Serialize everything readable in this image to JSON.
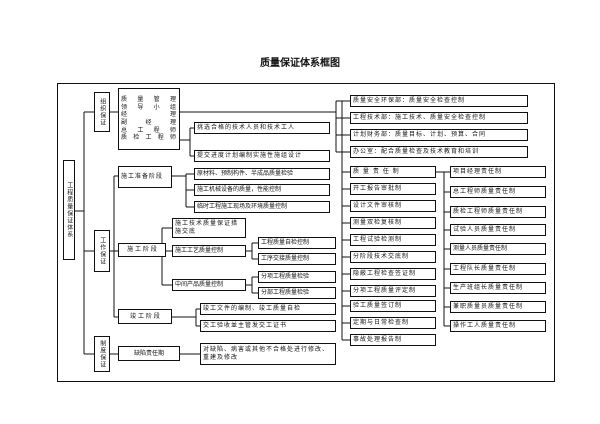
{
  "title": "质量保证体系框图",
  "root": "工程质量保证体系",
  "left": {
    "org": "组织保证",
    "work": "工作保证",
    "system": "制度保证"
  },
  "org_lines": [
    "质 量 管 理",
    "领 导 小 组",
    "经     理",
    "副 经 理",
    "总 工 程 师",
    "质检工程师"
  ],
  "stages": {
    "prep": "施工准备阶段",
    "construct": "施 工 阶 段",
    "complete": "竣 工 阶 段",
    "defect": "缺陷责任期"
  },
  "mid_top": [
    "挑选合格的技术人员和技术工人",
    "提交进度计划编制实施性施组设计"
  ],
  "prep_items": [
    "原材料、预制构件、半成品质量检验",
    "施工机械设备的质量，性能控制",
    "临时工程施工现场及环境质量控制"
  ],
  "construct_items": {
    "tech": "施工技术质量保证措施交底",
    "process": "施工工艺质量控制",
    "middle": "中间产品质量控制"
  },
  "process_items": [
    "工程质量自检控制",
    "工序交接质量控制"
  ],
  "middle_items": [
    "分项工程质量检验",
    "分部工程质量检验"
  ],
  "complete_items": [
    "竣工文件的编制、竣工质量自检",
    "交工验收並主管发交工证书"
  ],
  "defect_item": "对缺陷、病害或其他不合格处进行修改、重建及修改",
  "depts": [
    "质量安全环保部：质量安全检查控制",
    "工程技术部：施工技术、质量安全检查控制",
    "计划财务部：质量目标、计划、预算、合同",
    "办公室：配合质量检查及技术教育和培训"
  ],
  "col3": [
    "质 量 责 任 制",
    "开工报告审批制",
    "设计文件审核制",
    "测量双检复核制",
    "工程试验检测制",
    "分阶段技术交底制",
    "隐蔽工程检查签证制",
    "分项工程质量评定制",
    "验工质量签订制",
    "定期与日常检查制",
    "事故处理报告制"
  ],
  "col4": [
    "项目经理责任制",
    "总工程师质量责任制",
    "质检工程师质量责任制",
    "试验人员质量责任制",
    "测量人员质量责任制",
    "工程队长质量责任制",
    "生产班组长质量责任制",
    "兼职质量员质量责任制",
    "操作工人质量责任制"
  ]
}
